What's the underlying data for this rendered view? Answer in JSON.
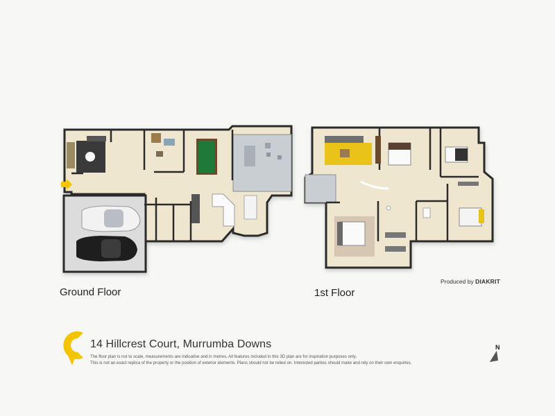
{
  "floors": {
    "ground": "Ground Floor",
    "first": "1st Floor"
  },
  "credit": {
    "prefix": "Produced by",
    "brand": "DIAKRIT"
  },
  "address": "14 Hillcrest Court, Murrumba Downs",
  "disclaimer": {
    "line1": "The floor plan is not to scale, measurements are indicative and in metres. All features included in this 3D plan are for inspiration purposes only.",
    "line2": "This is not an exact replica of the property or the position of exterior elements. Plans should not be relied on. Interested parties should make and rely on their own enquiries."
  },
  "compass": {
    "label": "N"
  },
  "colors": {
    "floor": "#efe6cf",
    "wall": "#2b2b2b",
    "garage": "#dcdcdc",
    "deck": "#c9ced3",
    "logo": "#f5c400",
    "rug_yellow": "#e9c21a",
    "pool_table": "#1f7a3a"
  }
}
